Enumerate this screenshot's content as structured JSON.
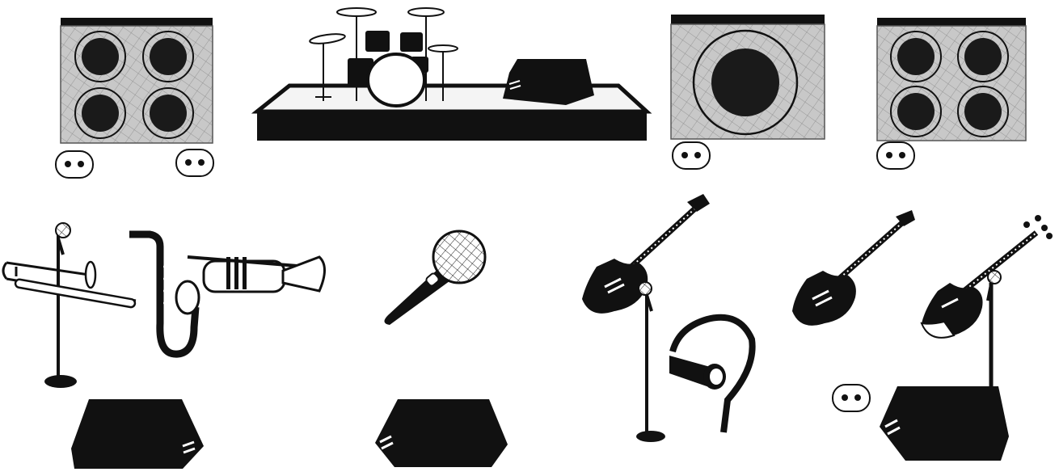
{
  "title": "",
  "colors": {
    "ink": "#111111",
    "cabinet_grille": "#c8c8c8",
    "speaker_cone": "#1a1a1a",
    "stage_top": "#f4f4f4",
    "background": "#ffffff"
  },
  "items": [
    {
      "kind": "speaker-cabinet-4x12",
      "icon": "guitar-cabinet-icon"
    },
    {
      "kind": "drum-riser-with-kit",
      "icon": "drum-kit-icon"
    },
    {
      "kind": "bass-cabinet-1x15",
      "icon": "bass-cabinet-icon"
    },
    {
      "kind": "speaker-cabinet-4x12",
      "icon": "guitar-cabinet-icon"
    },
    {
      "kind": "power-outlet",
      "count": 5,
      "icon": "power-outlet-icon"
    },
    {
      "kind": "microphone-stand",
      "count": 3,
      "icon": "mic-stand-icon"
    },
    {
      "kind": "trombone",
      "icon": "trombone-icon"
    },
    {
      "kind": "saxophone",
      "icon": "saxophone-icon"
    },
    {
      "kind": "trumpet",
      "icon": "trumpet-icon"
    },
    {
      "kind": "handheld-microphone",
      "icon": "handheld-mic-icon"
    },
    {
      "kind": "electric-guitar",
      "count": 2,
      "icon": "electric-guitar-icon"
    },
    {
      "kind": "bass-guitar",
      "icon": "bass-guitar-icon"
    },
    {
      "kind": "in-ear-monitor",
      "icon": "in-ear-monitor-icon"
    },
    {
      "kind": "floor-wedge-monitor",
      "count": 4,
      "icon": "wedge-monitor-icon"
    }
  ]
}
